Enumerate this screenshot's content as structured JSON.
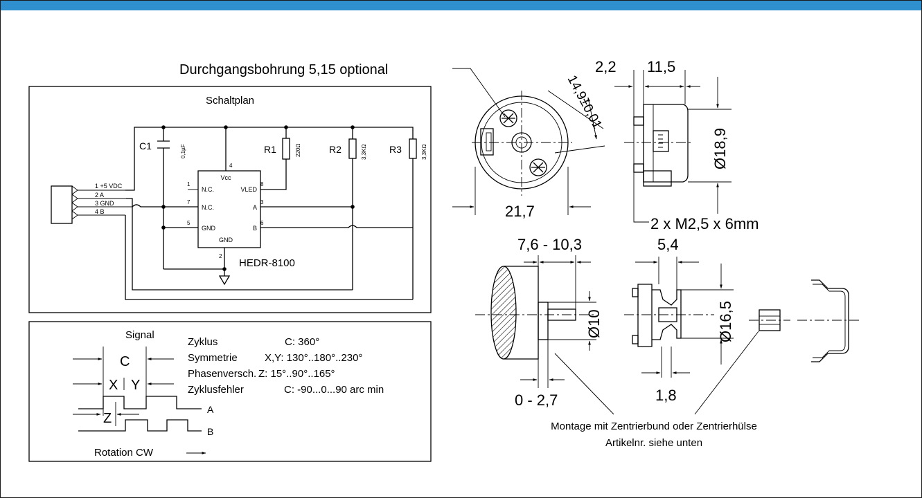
{
  "header": {
    "bar_color": "#2f8fcf"
  },
  "schematic": {
    "title": "Schaltplan",
    "connector_pins": [
      "1  +5 VDC",
      "2  A",
      "3  GND",
      "4  B"
    ],
    "c1": {
      "name": "C1",
      "value": "0,1µF"
    },
    "resistors": [
      {
        "name": "R1",
        "value": "220Ω"
      },
      {
        "name": "R2",
        "value": "3,3KΩ"
      },
      {
        "name": "R3",
        "value": "3,3KΩ"
      }
    ],
    "ic": {
      "name": "HEDR-8100",
      "vcc": "Vcc",
      "gnd_bottom": "GND",
      "left_labels": [
        "N.C.",
        "N.C.",
        "GND"
      ],
      "right_labels": [
        "VLED",
        "A",
        "B"
      ],
      "left_pins": [
        "1",
        "7",
        "5"
      ],
      "right_pins": [
        "8",
        "3",
        "6"
      ],
      "top_pin": "4",
      "bottom_pin": "2"
    }
  },
  "signal": {
    "title": "Signal",
    "c_label": "C",
    "x_label": "X",
    "y_label": "Y",
    "z_label": "Z",
    "channel_a": "A",
    "channel_b": "B",
    "rotation": "Rotation CW",
    "specs": [
      {
        "name": "Zyklus",
        "value": "C:  360°"
      },
      {
        "name": "Symmetrie",
        "value": "X,Y:  130°..180°..230°"
      },
      {
        "name": "Phasenversch.",
        "value": "Z:  15°..90°..165°"
      },
      {
        "name": "Zyklusfehler",
        "value": "C: -90...0...90 arc min"
      }
    ]
  },
  "drawing": {
    "bore_note": "Durchgangsbohrung 5,15 optional",
    "dim_14_9": "14,9±0,01",
    "dim_21_7": "21,7",
    "dim_2_2": "2,2",
    "dim_11_5": "11,5",
    "dim_d18_9": "Ø18,9",
    "screws": "2 x M2,5 x 6mm",
    "dim_7_6_10_3": "7,6 - 10,3",
    "dim_d10": "Ø10",
    "dim_0_2_7": "0 - 2,7",
    "dim_5_4": "5,4",
    "dim_d16_5": "Ø16,5",
    "dim_1_8": "1,8",
    "mount_note_1": "Montage mit Zentrierbund oder Zentrierhülse",
    "mount_note_2": "Artikelnr. siehe unten"
  }
}
